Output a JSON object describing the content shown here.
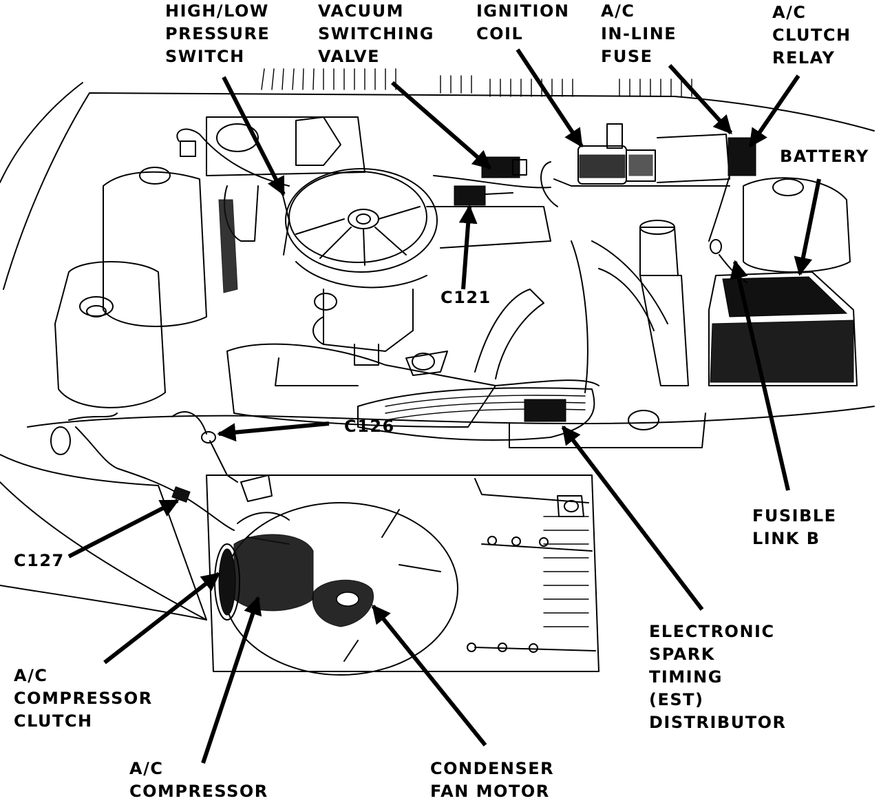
{
  "labels": {
    "high_low_pressure_switch": [
      "HIGH/LOW",
      "PRESSURE",
      "SWITCH"
    ],
    "vacuum_switching_valve": [
      "VACUUM",
      "SWITCHING",
      "VALVE"
    ],
    "ignition_coil": [
      "IGNITION",
      "COIL"
    ],
    "ac_inline_fuse": [
      "A/C",
      "IN-LINE",
      "FUSE"
    ],
    "ac_clutch_relay": [
      "A/C",
      "CLUTCH",
      "RELAY"
    ],
    "battery": [
      "BATTERY"
    ],
    "c121": [
      "C121"
    ],
    "c126": [
      "C126"
    ],
    "c127": [
      "C127"
    ],
    "fusible_link_b": [
      "FUSIBLE",
      "LINK B"
    ],
    "est_distributor": [
      "ELECTRONIC",
      "SPARK",
      "TIMING",
      "(EST)",
      "DISTRIBUTOR"
    ],
    "ac_compressor_clutch": [
      "A/C",
      "COMPRESSOR",
      "CLUTCH"
    ],
    "ac_compressor": [
      "A/C",
      "COMPRESSOR"
    ],
    "condenser_fan_motor": [
      "CONDENSER",
      "FAN MOTOR"
    ]
  }
}
